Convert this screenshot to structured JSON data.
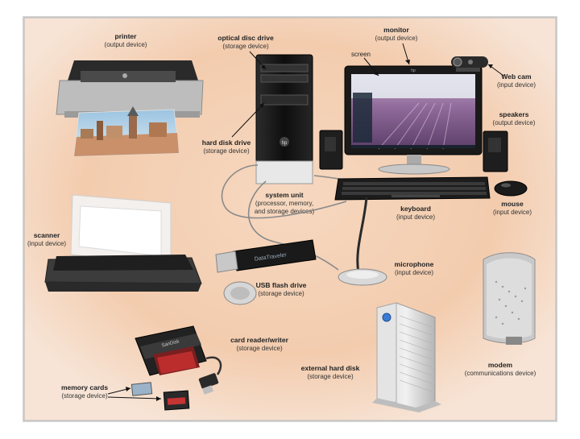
{
  "components": {
    "printer": {
      "name": "printer",
      "role": "(output device)"
    },
    "optical": {
      "name": "optical disc drive",
      "role": "(storage device)"
    },
    "monitor": {
      "name": "monitor",
      "role": "(output device)"
    },
    "screen": {
      "name": "screen"
    },
    "webcam": {
      "name": "Web cam",
      "role": "(input device)"
    },
    "speakers": {
      "name": "speakers",
      "role": "(output device)"
    },
    "harddisk": {
      "name": "hard disk drive",
      "role": "(storage device)"
    },
    "systemunit": {
      "name": "system unit",
      "role": "(processor, memory,",
      "role2": "and storage devices)"
    },
    "keyboard": {
      "name": "keyboard",
      "role": "(input device)"
    },
    "mouse": {
      "name": "mouse",
      "role": "(input device)"
    },
    "scanner": {
      "name": "scanner",
      "role": "(input device)"
    },
    "microphone": {
      "name": "microphone",
      "role": "(input device)"
    },
    "usb": {
      "name": "USB flash drive",
      "role": "(storage device)"
    },
    "cardreader": {
      "name": "card reader/writer",
      "role": "(storage device)"
    },
    "modem": {
      "name": "modem",
      "role": "(communications device)"
    },
    "externaldisk": {
      "name": "external hard disk",
      "role": "(storage device)"
    },
    "memorycards": {
      "name": "memory cards",
      "role": "(storage device)"
    }
  },
  "brand_texts": {
    "hp": "hp",
    "usb_brand": "DataTraveler",
    "card_brand": "SanDisk"
  },
  "colors": {
    "background_glow": "#f2c8a8",
    "frame": "#bfbfbf",
    "device_dark": "#1f1f1f",
    "device_silver": "#c9c9c9"
  }
}
